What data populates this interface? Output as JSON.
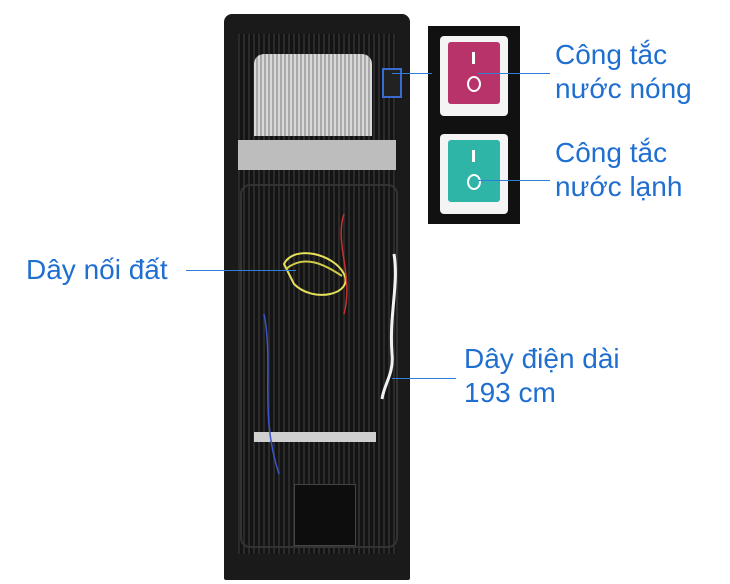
{
  "callouts": {
    "hot_switch": "Công tắc\nnước nóng",
    "cold_switch": "Công tắc\nnước lạnh",
    "ground_wire": "Dây nối đất",
    "power_cord": "Dây điện dài\n193 cm"
  },
  "colors": {
    "label": "#1f6fd1",
    "hot_switch": "#b8336a",
    "cold_switch": "#2fb5a8",
    "panel": "#1a1a1a"
  }
}
